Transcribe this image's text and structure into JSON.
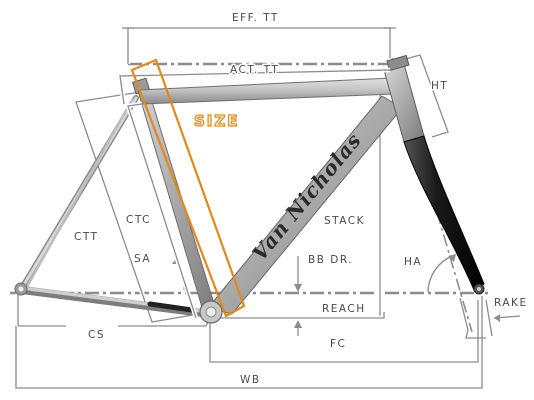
{
  "diagram": {
    "labels": {
      "eff_tt": "EFF. TT",
      "act_tt": "ACT. TT",
      "ht": "HT",
      "size": "SIZE",
      "ctt": "CTT",
      "ctc": "CTC",
      "sa": "SA",
      "stack": "STACK",
      "bb_dr": "BB DR.",
      "ha": "HA",
      "reach": "REACH",
      "rake": "RAKE",
      "cs": "CS",
      "fc": "FC",
      "wb": "WB"
    },
    "brand_text": "Van Nicholas",
    "colors": {
      "accent": "#e08a1a",
      "frame": "#b9b9b9",
      "frame_dark": "#6f6f6f",
      "dimension_line": "#8c8c8c",
      "fork": "#1d1d1d"
    }
  }
}
